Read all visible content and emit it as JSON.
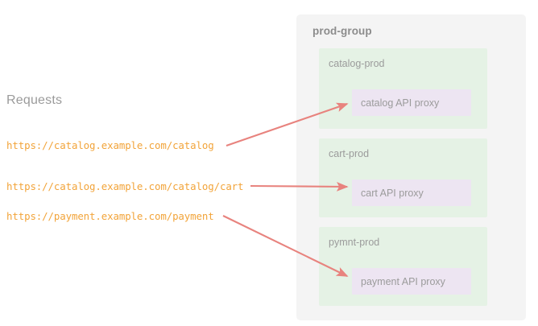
{
  "diagram": {
    "requests": {
      "heading": "Requests",
      "urls": [
        {
          "text": "https://catalog.example.com/catalog"
        },
        {
          "text": "https://catalog.example.com/catalog/cart"
        },
        {
          "text": "https://payment.example.com/payment"
        }
      ]
    },
    "group": {
      "title": "prod-group",
      "namespaces": [
        {
          "label": "catalog-prod",
          "proxy": "catalog API proxy"
        },
        {
          "label": "cart-prod",
          "proxy": "cart API proxy"
        },
        {
          "label": "pymnt-prod",
          "proxy": "payment API proxy"
        }
      ]
    },
    "connections": [
      {
        "from": "https://catalog.example.com/catalog",
        "to": "catalog API proxy"
      },
      {
        "from": "https://catalog.example.com/catalog/cart",
        "to": "cart API proxy"
      },
      {
        "from": "https://payment.example.com/payment",
        "to": "payment API proxy"
      }
    ],
    "colors": {
      "background": "#ffffff",
      "group_panel": "#f4f4f4",
      "namespace": "#e5f2e5",
      "proxy": "#ede5f2",
      "url_text": "#f2a43a",
      "label_text": "#9b9b9b",
      "title_text": "#8c8c8c",
      "arrow": "#e8837e"
    }
  }
}
